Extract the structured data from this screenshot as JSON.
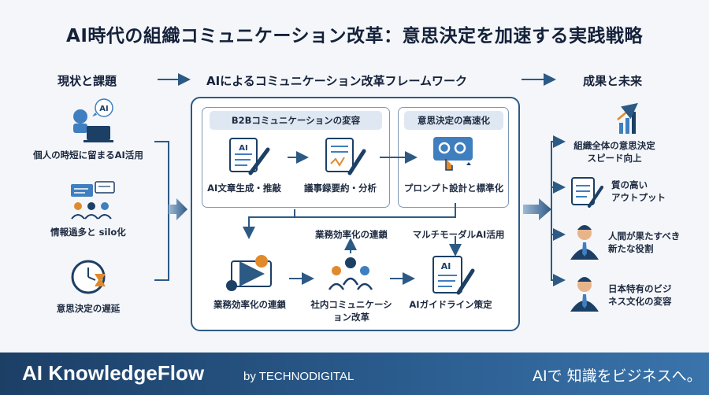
{
  "title": "AI時代の組織コミュニケーション改革：意思決定を加速する実践戦略",
  "columns": {
    "left": "現状と課題",
    "center": "AIによるコミュニケーション改革フレームワーク",
    "right": "成果と未来"
  },
  "challenges": [
    {
      "label": "個人の時短に留まるAI活用",
      "icon": "ai-robot-laptop-icon"
    },
    {
      "label": "情報過多と silo化",
      "icon": "people-chat-network-icon"
    },
    {
      "label": "意思決定の遅延",
      "icon": "clock-hourglass-icon"
    }
  ],
  "framework": {
    "section1_title": "B2Bコミュニケーションの変容",
    "section2_title": "意思決定の高速化",
    "ai_badge": "AI",
    "step_ai_text": "AI文章生成・推敲",
    "step_minutes": "議事録要約・分析",
    "step_prompt": "プロンプト設計と標準化",
    "step_efficiency": "業務効率化の連鎖",
    "step_internal": "社内コミュニケーション改革",
    "step_internal_line1": "社内コミュニケーシ",
    "step_internal_line2": "ョン改革",
    "step_guideline": "AIガイドライン策定",
    "note_chain": "業務効率化の連鎖",
    "note_multimodal": "マルチモーダルAI活用"
  },
  "outcomes": [
    {
      "line1": "組織全体の意思決定",
      "line2": "スピード向上",
      "icon": "growth-chart-people-icon"
    },
    {
      "line1": "質の高い",
      "line2": "アウトプット",
      "icon": "document-pen-icon"
    },
    {
      "line1": "人間が果たすべき",
      "line2": "新たな役割",
      "icon": "businessman-icon"
    },
    {
      "line1": "日本特有のビジ",
      "line2": "ネス文化の変容",
      "icon": "businessman-tie-icon"
    }
  ],
  "footer": {
    "brand": "AI KnowledgeFlow",
    "byline": "by TECHNODIGITAL",
    "tagline": "AIで 知識をビジネスへ。"
  },
  "colors": {
    "navy": "#1c3f66",
    "accent_blue": "#3f7fbf",
    "light_blue": "#dfe8f2",
    "arrow": "#2d5a85",
    "icon_orange": "#e08a2c"
  }
}
